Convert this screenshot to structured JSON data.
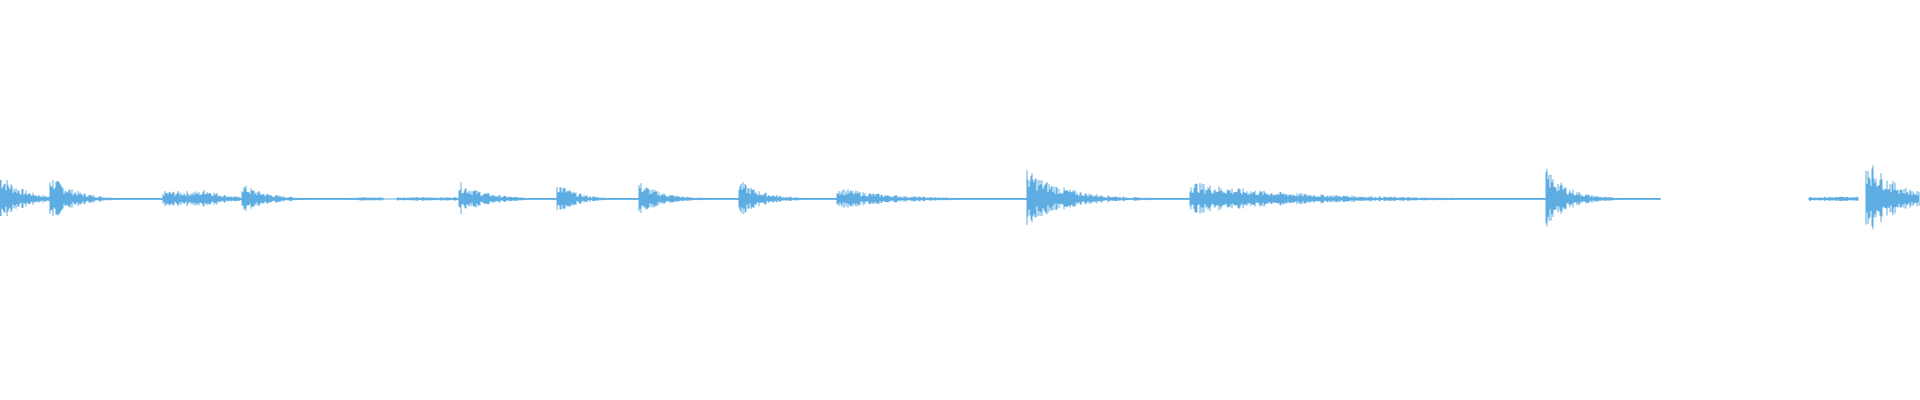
{
  "waveform": {
    "color": "#5dade2",
    "background": "#ffffff",
    "duration_fraction_segments": [
      {
        "start": 0.0,
        "end": 0.035,
        "peak": 0.07,
        "decay": 0.5
      },
      {
        "start": 0.026,
        "end": 0.085,
        "peak": 0.065,
        "decay": 0.8
      },
      {
        "start": 0.085,
        "end": 0.106,
        "peak": 0.02,
        "decay": 0.0
      },
      {
        "start": 0.106,
        "end": 0.126,
        "peak": 0.03,
        "decay": 0.3
      },
      {
        "start": 0.126,
        "end": 0.182,
        "peak": 0.04,
        "decay": 0.7
      },
      {
        "start": 0.182,
        "end": 0.2,
        "peak": 0.005,
        "decay": 0.0
      },
      {
        "start": 0.207,
        "end": 0.239,
        "peak": 0.005,
        "decay": 0.0
      },
      {
        "start": 0.239,
        "end": 0.29,
        "peak": 0.045,
        "decay": 0.6
      },
      {
        "start": 0.29,
        "end": 0.333,
        "peak": 0.045,
        "decay": 0.7
      },
      {
        "start": 0.333,
        "end": 0.385,
        "peak": 0.045,
        "decay": 0.7
      },
      {
        "start": 0.385,
        "end": 0.436,
        "peak": 0.05,
        "decay": 0.7
      },
      {
        "start": 0.436,
        "end": 0.535,
        "peak": 0.03,
        "decay": 0.6
      },
      {
        "start": 0.535,
        "end": 0.62,
        "peak": 0.075,
        "decay": 0.7
      },
      {
        "start": 0.62,
        "end": 0.805,
        "peak": 0.045,
        "decay": 0.6
      },
      {
        "start": 0.805,
        "end": 0.865,
        "peak": 0.08,
        "decay": 0.85
      },
      {
        "start": 0.942,
        "end": 0.968,
        "peak": 0.006,
        "decay": 0.0
      },
      {
        "start": 0.972,
        "end": 1.0,
        "peak": 0.11,
        "decay": 0.3
      }
    ]
  }
}
